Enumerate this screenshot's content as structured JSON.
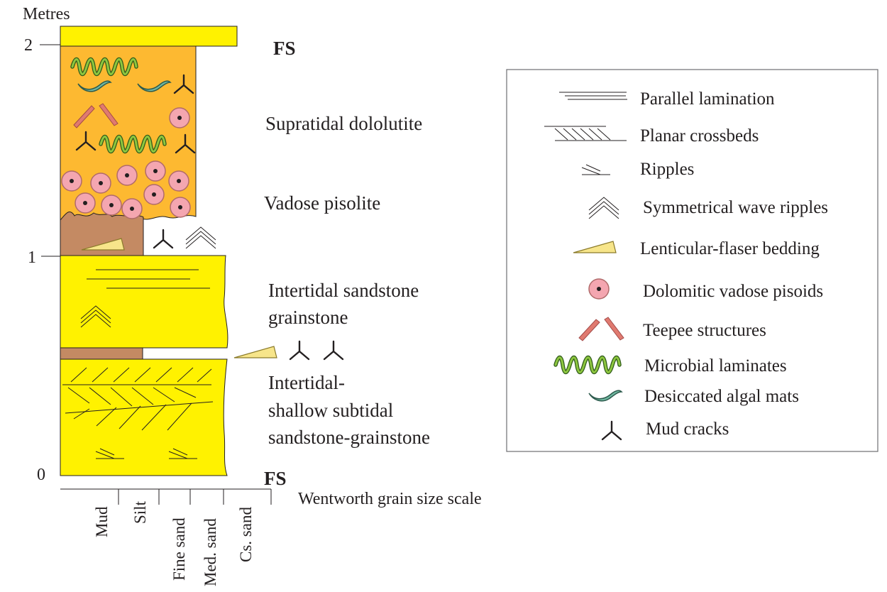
{
  "axis": {
    "unit_label": "Metres",
    "ticks": [
      "2",
      "1",
      "0"
    ]
  },
  "surfaces": {
    "top": "FS",
    "bottom": "FS"
  },
  "facies": [
    {
      "id": "supratidal",
      "lines": [
        "Supratidal dololutite"
      ]
    },
    {
      "id": "vadose",
      "lines": [
        "Vadose pisolite"
      ]
    },
    {
      "id": "intertidal",
      "lines": [
        "Intertidal sandstone",
        "grainstone"
      ]
    },
    {
      "id": "shallow-subtidal",
      "lines": [
        "Intertidal-",
        "shallow subtidal",
        "sandstone-grainstone"
      ]
    }
  ],
  "grain_scale": {
    "title": "Wentworth grain size scale",
    "classes": [
      "Mud",
      "Silt",
      "Fine sand",
      "Med. sand",
      "Cs. sand"
    ]
  },
  "legend": {
    "items": [
      {
        "icon": "parallel-lamination-icon",
        "label": "Parallel lamination"
      },
      {
        "icon": "planar-crossbeds-icon",
        "label": "Planar crossbeds"
      },
      {
        "icon": "ripples-icon",
        "label": "Ripples"
      },
      {
        "icon": "wave-ripples-icon",
        "label": "Symmetrical wave ripples"
      },
      {
        "icon": "lenticular-flaser-icon",
        "label": "Lenticular-flaser bedding"
      },
      {
        "icon": "pisoid-icon",
        "label": "Dolomitic vadose pisoids"
      },
      {
        "icon": "teepee-icon",
        "label": "Teepee structures"
      },
      {
        "icon": "microbial-laminates-icon",
        "label": "Microbial laminates"
      },
      {
        "icon": "algal-mat-icon",
        "label": "Desiccated algal mats"
      },
      {
        "icon": "mud-crack-icon",
        "label": "Mud cracks"
      }
    ]
  },
  "colors": {
    "sandstone": "#fff200",
    "dololutite": "#fdb931",
    "mudstone": "#c48a63",
    "pisoid": "#f4a6b0",
    "teepee": "#e07a70",
    "microbial": "#8dc63f",
    "algal_mat": "#6fb7a0",
    "lens": "#f7e58a",
    "line": "#231f20"
  }
}
